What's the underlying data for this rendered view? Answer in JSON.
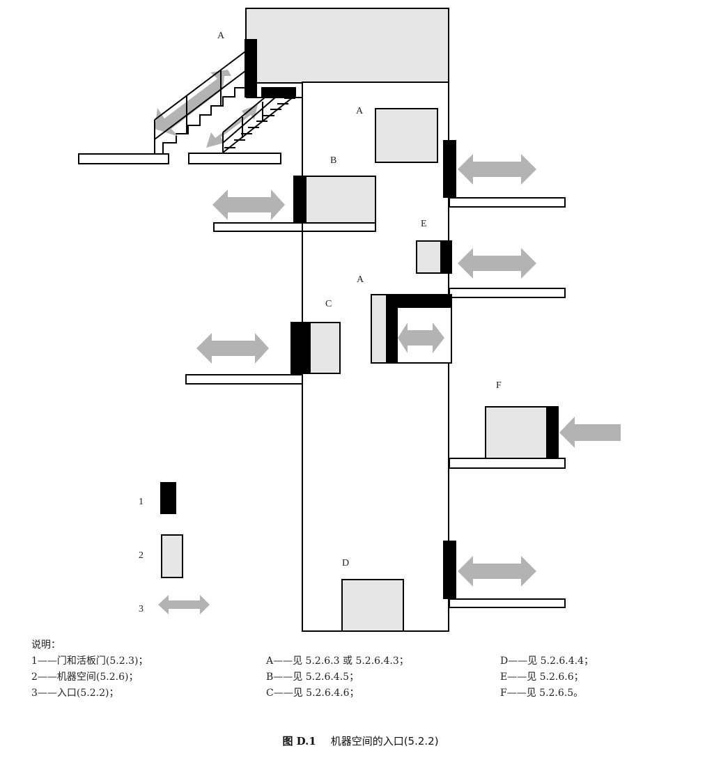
{
  "figure": {
    "labels": {
      "stairs_A": "A",
      "shaft_A": "A",
      "B": "B",
      "E": "E",
      "mid_A": "A",
      "C": "C",
      "F": "F",
      "D": "D"
    },
    "legend": [
      {
        "number": "1",
        "symbol": "door-or-trapdoor"
      },
      {
        "number": "2",
        "symbol": "machinery-space"
      },
      {
        "number": "3",
        "symbol": "access"
      }
    ],
    "colors": {
      "door": "#000000",
      "machinery_space": "#e6e6e6",
      "access_arrow": "#b3b3b3",
      "outline": "#000000"
    }
  },
  "notes": {
    "title": "说明：",
    "col1": [
      "1——门和活板门(5.2.3)；",
      "2——机器空间(5.2.6)；",
      "3——入口(5.2.2)；"
    ],
    "col2": [
      "A——见 5.2.6.3 或 5.2.6.4.3；",
      "B——见 5.2.6.4.5；",
      "C——见 5.2.6.4.6；"
    ],
    "col3": [
      "D——见 5.2.6.4.4；",
      "E——见 5.2.6.6；",
      "F——见 5.2.6.5。"
    ]
  },
  "caption": {
    "figure_id": "图 D.1",
    "title": "机器空间的入口(5.2.2)"
  }
}
